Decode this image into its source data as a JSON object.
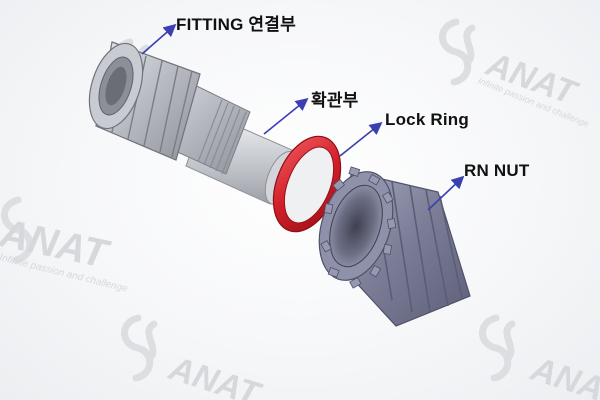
{
  "labels": {
    "fitting": "FITTING 연결부",
    "expansion": "확관부",
    "lock_ring": "Lock Ring",
    "rn_nut": "RN NUT"
  },
  "watermark": {
    "brand": "ANAT",
    "tagline": "Infinite passion and challenge"
  },
  "colors": {
    "arrow": "#3a3fb2",
    "lock_ring": "#d6202a",
    "nut": "#7d7f9a",
    "fitting": "#b9bcc2",
    "watermark": "#d9dbde"
  }
}
